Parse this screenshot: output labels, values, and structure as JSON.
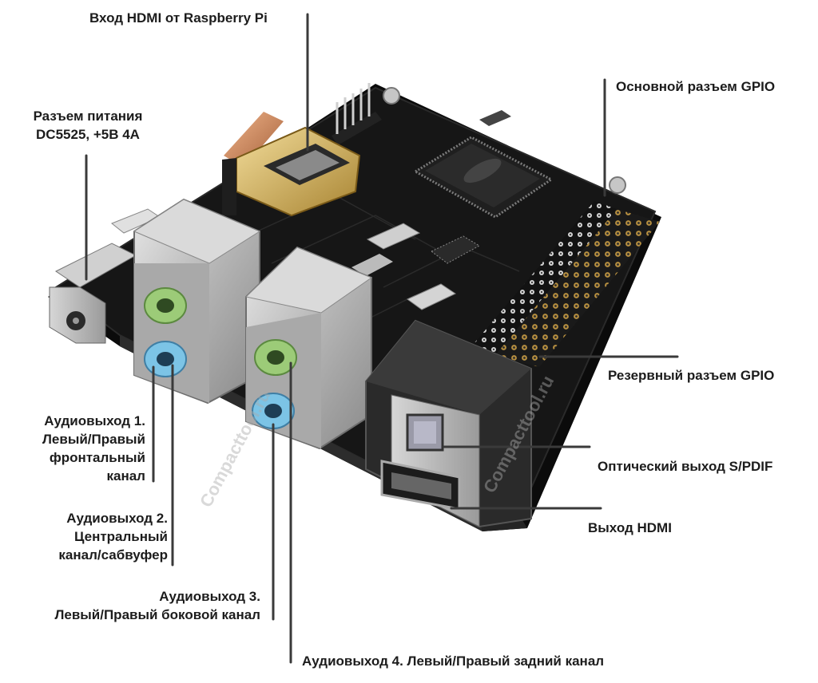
{
  "labels": {
    "hdmi_input": "Вход HDMI от Raspberry Pi",
    "power": [
      "Разъем питания",
      "DC5525, +5В 4А"
    ],
    "gpio_main": "Основной разъем GPIO",
    "gpio_reserve": "Резервный разъем GPIO",
    "spdif": "Оптический выход S/PDIF",
    "hdmi_out": "Выход HDMI",
    "audio1": [
      "Аудиовыход 1.",
      "Левый/Правый",
      "фронтальный",
      "канал"
    ],
    "audio2": [
      "Аудиовыход 2.",
      "Центральный",
      "канал/сабвуфер"
    ],
    "audio3": [
      "Аудиовыход 3.",
      "Левый/Правый боковой канал"
    ],
    "audio4": "Аудиовыход 4. Левый/Правый задний канал"
  },
  "watermark": "Compacttool.ru",
  "colors": {
    "pcb": "#121212",
    "gold": "#c8a24a",
    "audio_green": "#9ccb78",
    "audio_blue": "#7cc4e6",
    "leader": "#3a3a3a"
  }
}
